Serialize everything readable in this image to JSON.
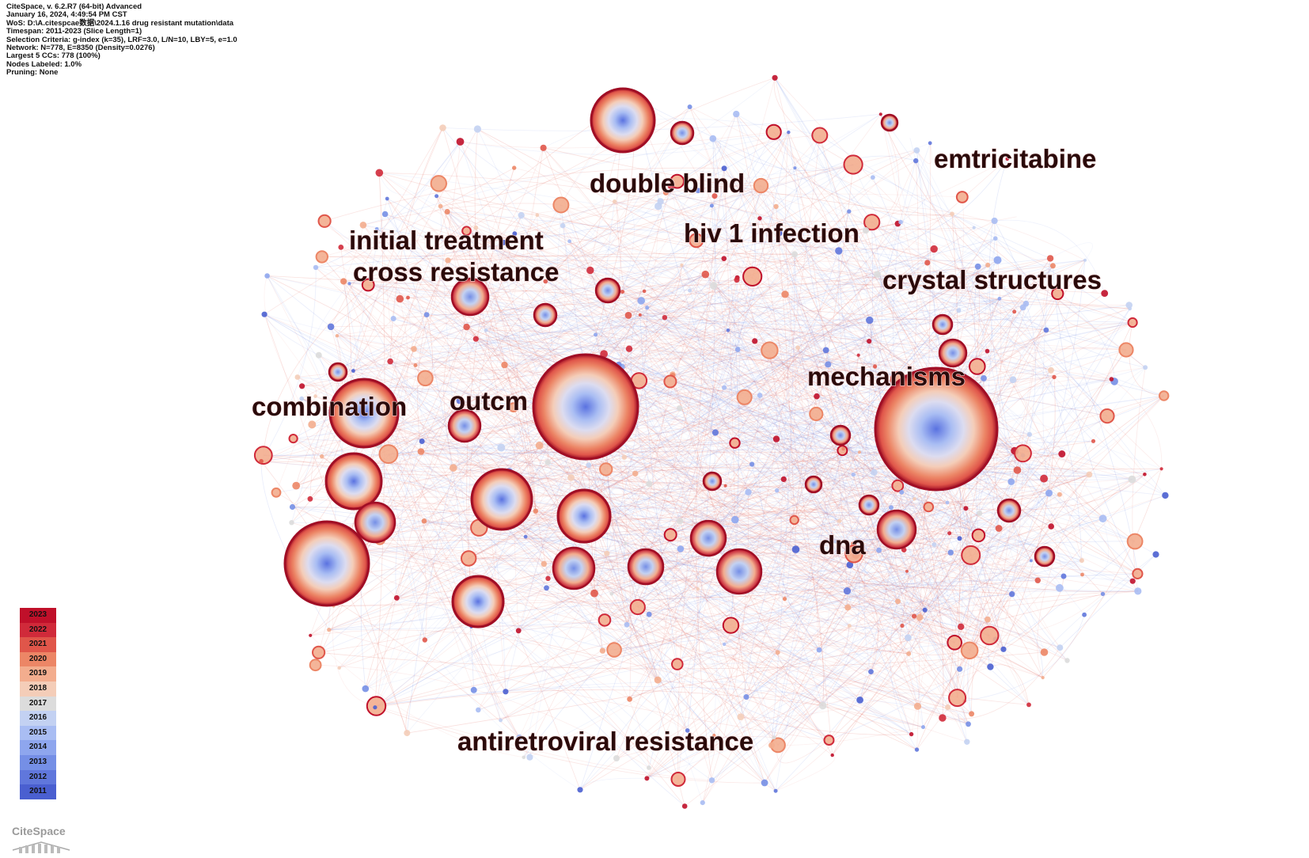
{
  "app": {
    "header_lines": [
      "CiteSpace, v. 6.2.R7 (64-bit) Advanced",
      "January 16, 2024, 4:49:54 PM CST",
      "WoS: D:\\A.citespcae数据\\2024.1.16 drug resistant mutation\\data",
      "Timespan: 2011-2023 (Slice Length=1)",
      "Selection Criteria: g-index (k=35), LRF=3.0, L/N=10, LBY=5, e=1.0",
      "Network: N=778, E=8350 (Density=0.0276)",
      "Largest 5 CCs: 778 (100%)",
      "Nodes Labeled: 1.0%",
      "Pruning: None"
    ],
    "brand": "CiteSpace"
  },
  "colors": {
    "old_year": "#4a5fd0",
    "new_year": "#c0102a",
    "label_fill": "#2a0a0a"
  },
  "legend": {
    "years": [
      "2023",
      "2022",
      "2021",
      "2020",
      "2019",
      "2018",
      "2017",
      "2016",
      "2015",
      "2014",
      "2013",
      "2012",
      "2011"
    ],
    "colors": [
      "#c0102a",
      "#d02a3a",
      "#e0564a",
      "#ec8666",
      "#f3ad8e",
      "#f4cdb8",
      "#dcdcdc",
      "#c3d1f2",
      "#a9bdf3",
      "#8ea6ee",
      "#758fe6",
      "#6077dc",
      "#4a5fd0"
    ]
  },
  "chart_data": {
    "type": "network",
    "nodes_total": 778,
    "edges_total": 8350,
    "density": 0.0276,
    "labels": [
      "double blind",
      "emtricitabine",
      "hiv 1 infection",
      "initial treatment",
      "cross resistance",
      "crystal structures",
      "mechanisms",
      "combination",
      "outcm",
      "dna",
      "antiretroviral resistance"
    ]
  }
}
